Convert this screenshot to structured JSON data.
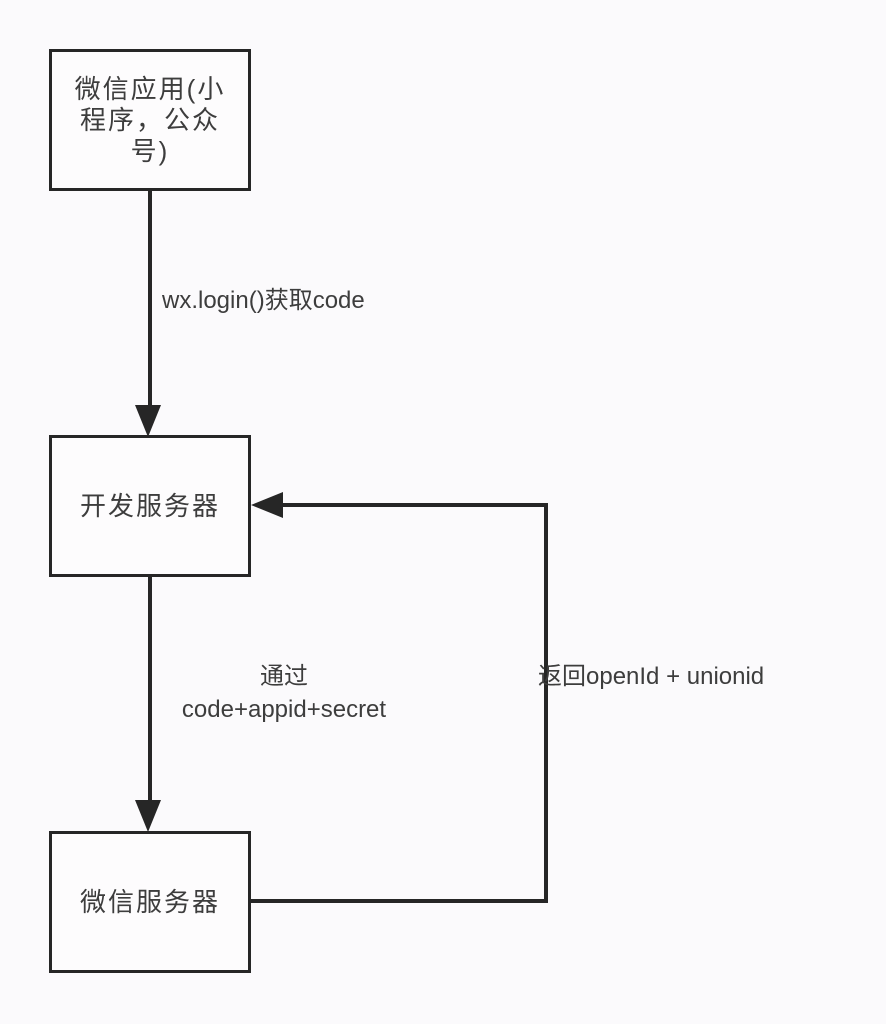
{
  "diagram": {
    "colors": {
      "background": "#fbfafc",
      "line": "#262626",
      "text": "#3d3d3d"
    },
    "nodes": {
      "wechat_app": {
        "label": "微信应用(小程序，公众号)",
        "lines": [
          "微信应用(小",
          "程序，公众",
          "号)"
        ]
      },
      "dev_server": {
        "label": "开发服务器"
      },
      "wechat_server": {
        "label": "微信服务器"
      }
    },
    "edges": {
      "login": {
        "label": "wx.login()获取code"
      },
      "request": {
        "label": "通过 code+appid+secret",
        "lines": [
          "通过",
          "code+appid+secret"
        ]
      },
      "response": {
        "label": "返回openId + unionid"
      }
    }
  }
}
